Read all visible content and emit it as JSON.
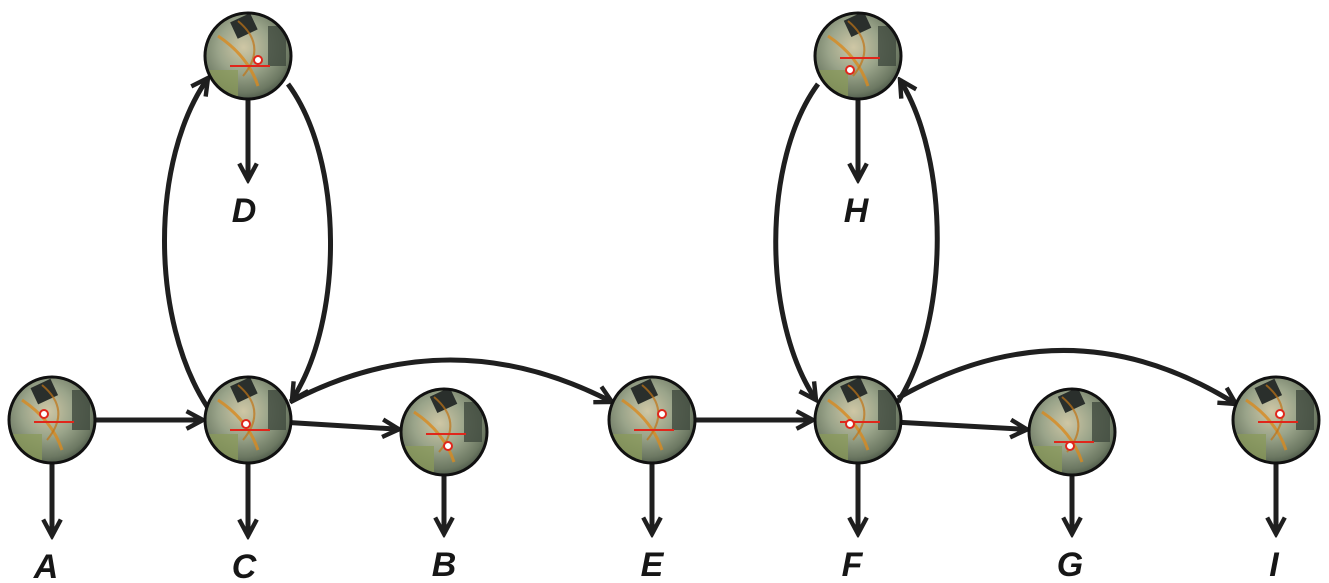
{
  "nodes": [
    {
      "id": "A",
      "label": "A"
    },
    {
      "id": "C",
      "label": "C"
    },
    {
      "id": "B",
      "label": "B"
    },
    {
      "id": "E",
      "label": "E"
    },
    {
      "id": "F",
      "label": "F"
    },
    {
      "id": "G",
      "label": "G"
    },
    {
      "id": "I",
      "label": "I"
    },
    {
      "id": "D",
      "label": "D"
    },
    {
      "id": "H",
      "label": "H"
    }
  ],
  "edges": [
    {
      "from": "A",
      "to": "C"
    },
    {
      "from": "C",
      "to": "B"
    },
    {
      "from": "C",
      "to": "E"
    },
    {
      "from": "C",
      "to": "D"
    },
    {
      "from": "D",
      "to": "C"
    },
    {
      "from": "E",
      "to": "F"
    },
    {
      "from": "F",
      "to": "G"
    },
    {
      "from": "F",
      "to": "I"
    },
    {
      "from": "F",
      "to": "H"
    },
    {
      "from": "H",
      "to": "F"
    }
  ],
  "colors": {
    "edge": "#1f1f1f",
    "label": "#161616",
    "annotation": "#e0261b"
  }
}
